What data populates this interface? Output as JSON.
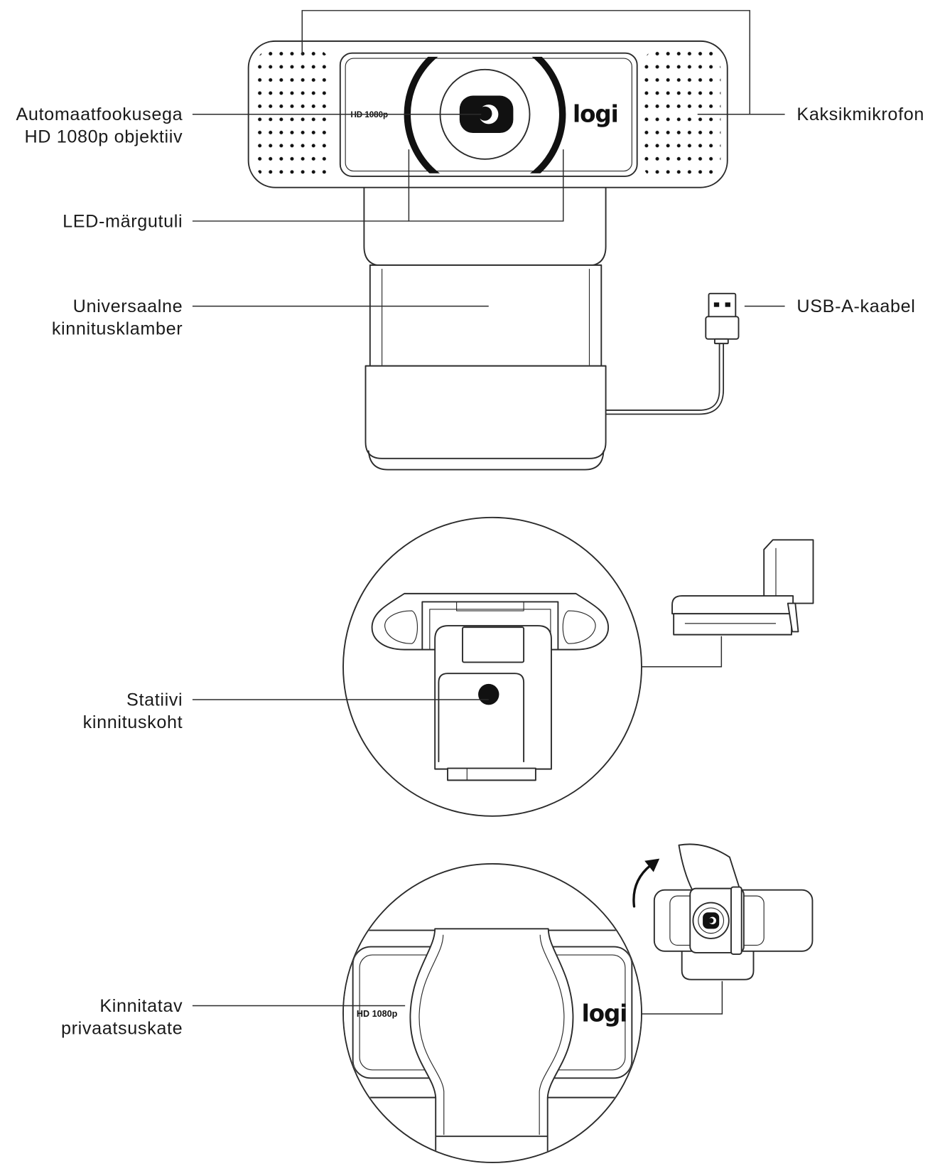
{
  "labels": {
    "lens": [
      "Automaatfookusega",
      "HD 1080p objektiiv"
    ],
    "led": "LED-märgutuli",
    "mount": [
      "Universaalne",
      "kinnitusklamber"
    ],
    "mic": "Kaksikmikrofon",
    "usb": "USB-A-kaabel",
    "tripod": [
      "Statiivi",
      "kinnituskoht"
    ],
    "privacy": [
      "Kinnitatav",
      "privaatsuskate"
    ]
  },
  "device": {
    "model_text": "HD 1080p",
    "logo": "logi"
  },
  "colors": {
    "line": "#2b2b2b",
    "fill": "#ffffff",
    "ink": "#111111"
  }
}
